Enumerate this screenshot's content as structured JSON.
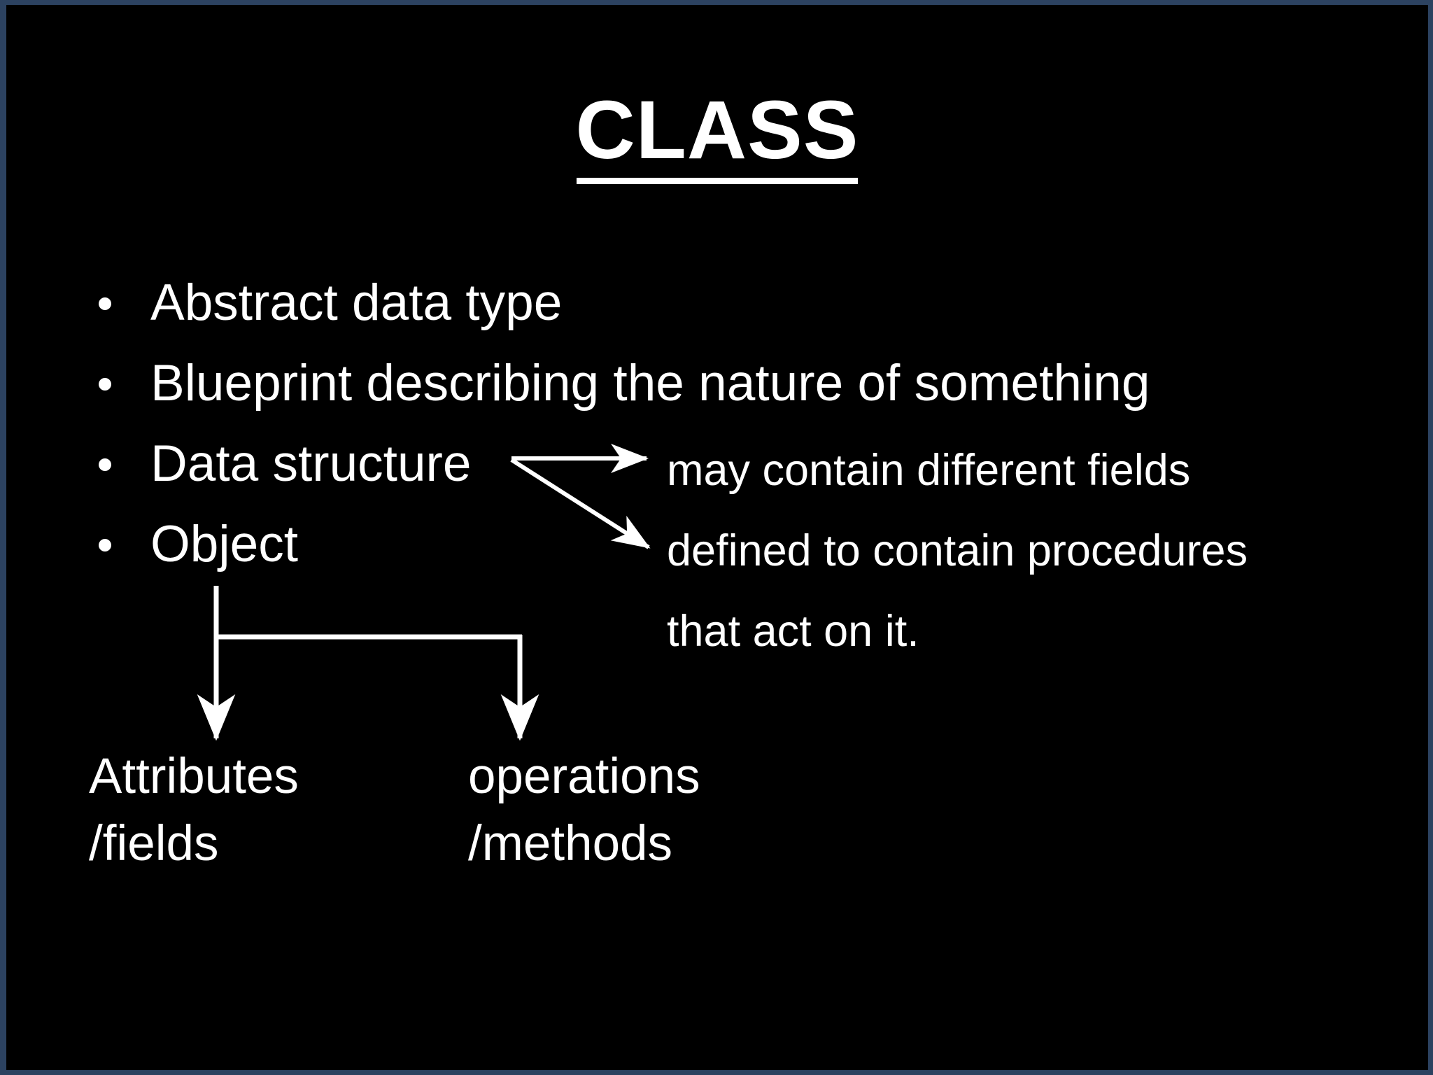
{
  "slide": {
    "background_color": "#000000",
    "border_color": "#2c4260",
    "text_color": "#ffffff",
    "title": "CLASS"
  },
  "bullets": [
    {
      "marker": "bullet-dot",
      "text": "Abstract data type"
    },
    {
      "marker": "bullet-dot",
      "text": "Blueprint describing the nature of something"
    },
    {
      "marker": "bullet-dot",
      "text": "Data structure"
    },
    {
      "marker": "bullet-dot",
      "text": "Object"
    }
  ],
  "annotations": {
    "lines": [
      "may contain different fields",
      "defined to contain procedures",
      "that act on it."
    ]
  },
  "tree": {
    "root_label": "Object",
    "leaves": [
      {
        "primary": "Attributes",
        "secondary": "/fields"
      },
      {
        "primary": "operations",
        "secondary": "/methods"
      }
    ]
  },
  "icons": {
    "arrow_right": "arrow-right-icon",
    "arrow_diagonal": "arrow-diagonal-down-right-icon",
    "arrow_down_left": "arrow-down-attributes-icon",
    "arrow_down_right": "arrow-down-operations-icon"
  }
}
